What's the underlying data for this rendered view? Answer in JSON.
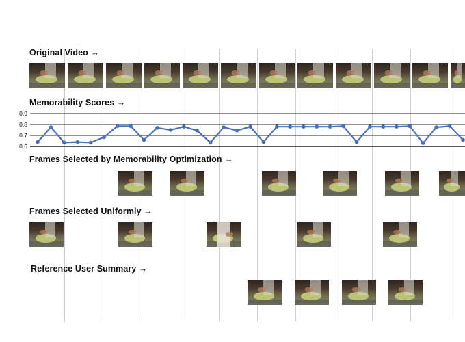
{
  "labels": {
    "original": "Original Video →",
    "memorability": "Memorability Scores →",
    "memorability_frames": "Frames Selected by Memorability Optimization →",
    "uniform_frames": "Frames Selected Uniformly →",
    "reference": "Reference User Summary →"
  },
  "chart_data": {
    "type": "line",
    "title": "Memorability Scores",
    "xlabel": "",
    "ylabel": "",
    "ylim": [
      0.6,
      0.9
    ],
    "yticks": [
      0.6,
      0.7,
      0.8,
      0.9
    ],
    "ytick_labels": [
      "0.6",
      "0.7",
      "0.8",
      "0.9"
    ],
    "grid": true,
    "line_color": "#4a72b8",
    "series": [
      {
        "values": [
          0.64,
          0.775,
          0.635,
          0.64,
          0.635,
          0.685,
          0.785,
          0.785,
          0.66,
          0.77,
          0.75,
          0.78,
          0.745,
          0.635,
          0.775,
          0.745,
          0.78,
          0.64,
          0.78,
          0.78,
          0.78,
          0.78,
          0.78,
          0.785,
          0.64,
          0.78,
          0.78,
          0.78,
          0.785,
          0.63,
          0.775,
          0.785,
          0.66
        ]
      }
    ]
  },
  "colors": {
    "gridline": "#cfcfcf",
    "axis_line": "#222222",
    "text": "#111111"
  }
}
